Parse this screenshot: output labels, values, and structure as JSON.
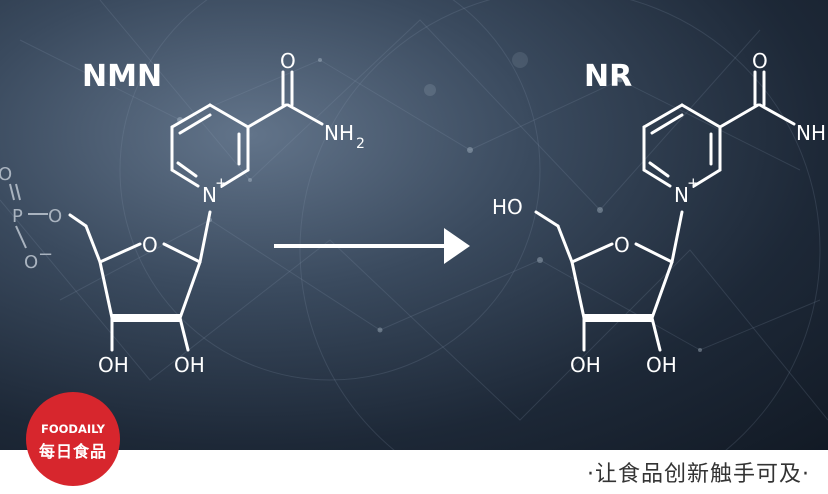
{
  "diagram": {
    "left_title": "NMN",
    "right_title": "NR",
    "atoms": {
      "O": "O",
      "N": "N",
      "plus": "+",
      "oh": "OH",
      "ho": "HO",
      "nh2": "NH",
      "sub2": "2",
      "nh_cut": "NH",
      "p": "P",
      "o_minus": "O",
      "minus": "−"
    }
  },
  "branding": {
    "logo_en": "FOODAILY",
    "logo_cn": "每日食品",
    "slogan": "·让食品创新触手可及·"
  },
  "colors": {
    "logo_red": "#d7262d",
    "background_dark": "#1d2837"
  }
}
